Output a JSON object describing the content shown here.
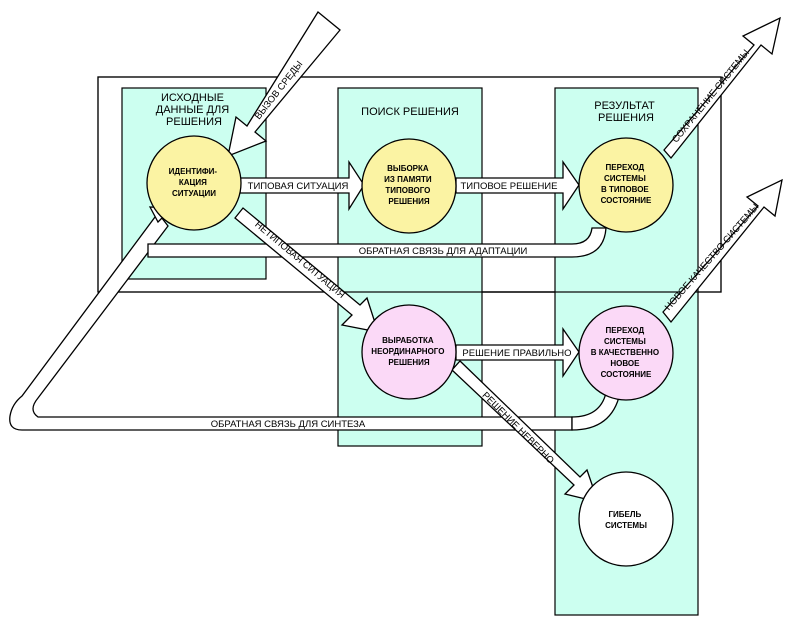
{
  "colors": {
    "column_fill": "#ccfff0",
    "typical_node": "#fbf3a3",
    "novel_node": "#fbd9f7",
    "death_node": "#ffffff",
    "arrow_fill": "#ffffff"
  },
  "columns": {
    "initial": [
      "ИСХОДНЫЕ",
      "ДАННЫЕ ДЛЯ",
      "РЕШЕНИЯ"
    ],
    "search": [
      "ПОИСК РЕШЕНИЯ"
    ],
    "result": [
      "РЕЗУЛЬТАТ",
      "РЕШЕНИЯ"
    ]
  },
  "nodes": {
    "identification": [
      "ИДЕНТИФИ-",
      "КАЦИЯ",
      "СИТУАЦИИ"
    ],
    "memory_sample": [
      "ВЫБОРКА",
      "ИЗ ПАМЯТИ",
      "ТИПОВОГО",
      "РЕШЕНИЯ"
    ],
    "typical_transition": [
      "ПЕРЕХОД",
      "СИСТЕМЫ",
      "В ТИПОВОЕ",
      "СОСТОЯНИЕ"
    ],
    "novel_solution": [
      "ВЫРАБОТКА",
      "НЕОРДИНАРНОГО",
      "РЕШЕНИЯ"
    ],
    "quality_transition": [
      "ПЕРЕХОД",
      "СИСТЕМЫ",
      "В КАЧЕСТВЕННО",
      "НОВОЕ",
      "СОСТОЯНИЕ"
    ],
    "system_death": [
      "ГИБЕЛЬ",
      "СИСТЕМЫ"
    ]
  },
  "labels": {
    "environment_challenge": "ВЫЗОВ СРЕДЫ",
    "typical_situation": "ТИПОВАЯ СИТУАЦИЯ",
    "typical_solution": "ТИПОВОЕ РЕШЕНИЕ",
    "system_preservation": "СОХРАНЕНИЕ СИСТЕМЫ",
    "adaptation_feedback": "ОБРАТНАЯ СВЯЗЬ ДЛЯ АДАПТАЦИИ",
    "atypical_situation": "НЕТИПОВАЯ СИТУАЦИЯ",
    "solution_correct": "РЕШЕНИЕ ПРАВИЛЬНО",
    "new_quality": "НОВОЕ КАЧЕСТВО СИСТЕМЫ",
    "synthesis_feedback": "ОБРАТНАЯ СВЯЗЬ ДЛЯ СИНТЕЗА",
    "solution_wrong": "РЕШЕНИЕ НЕВЕРНО"
  }
}
